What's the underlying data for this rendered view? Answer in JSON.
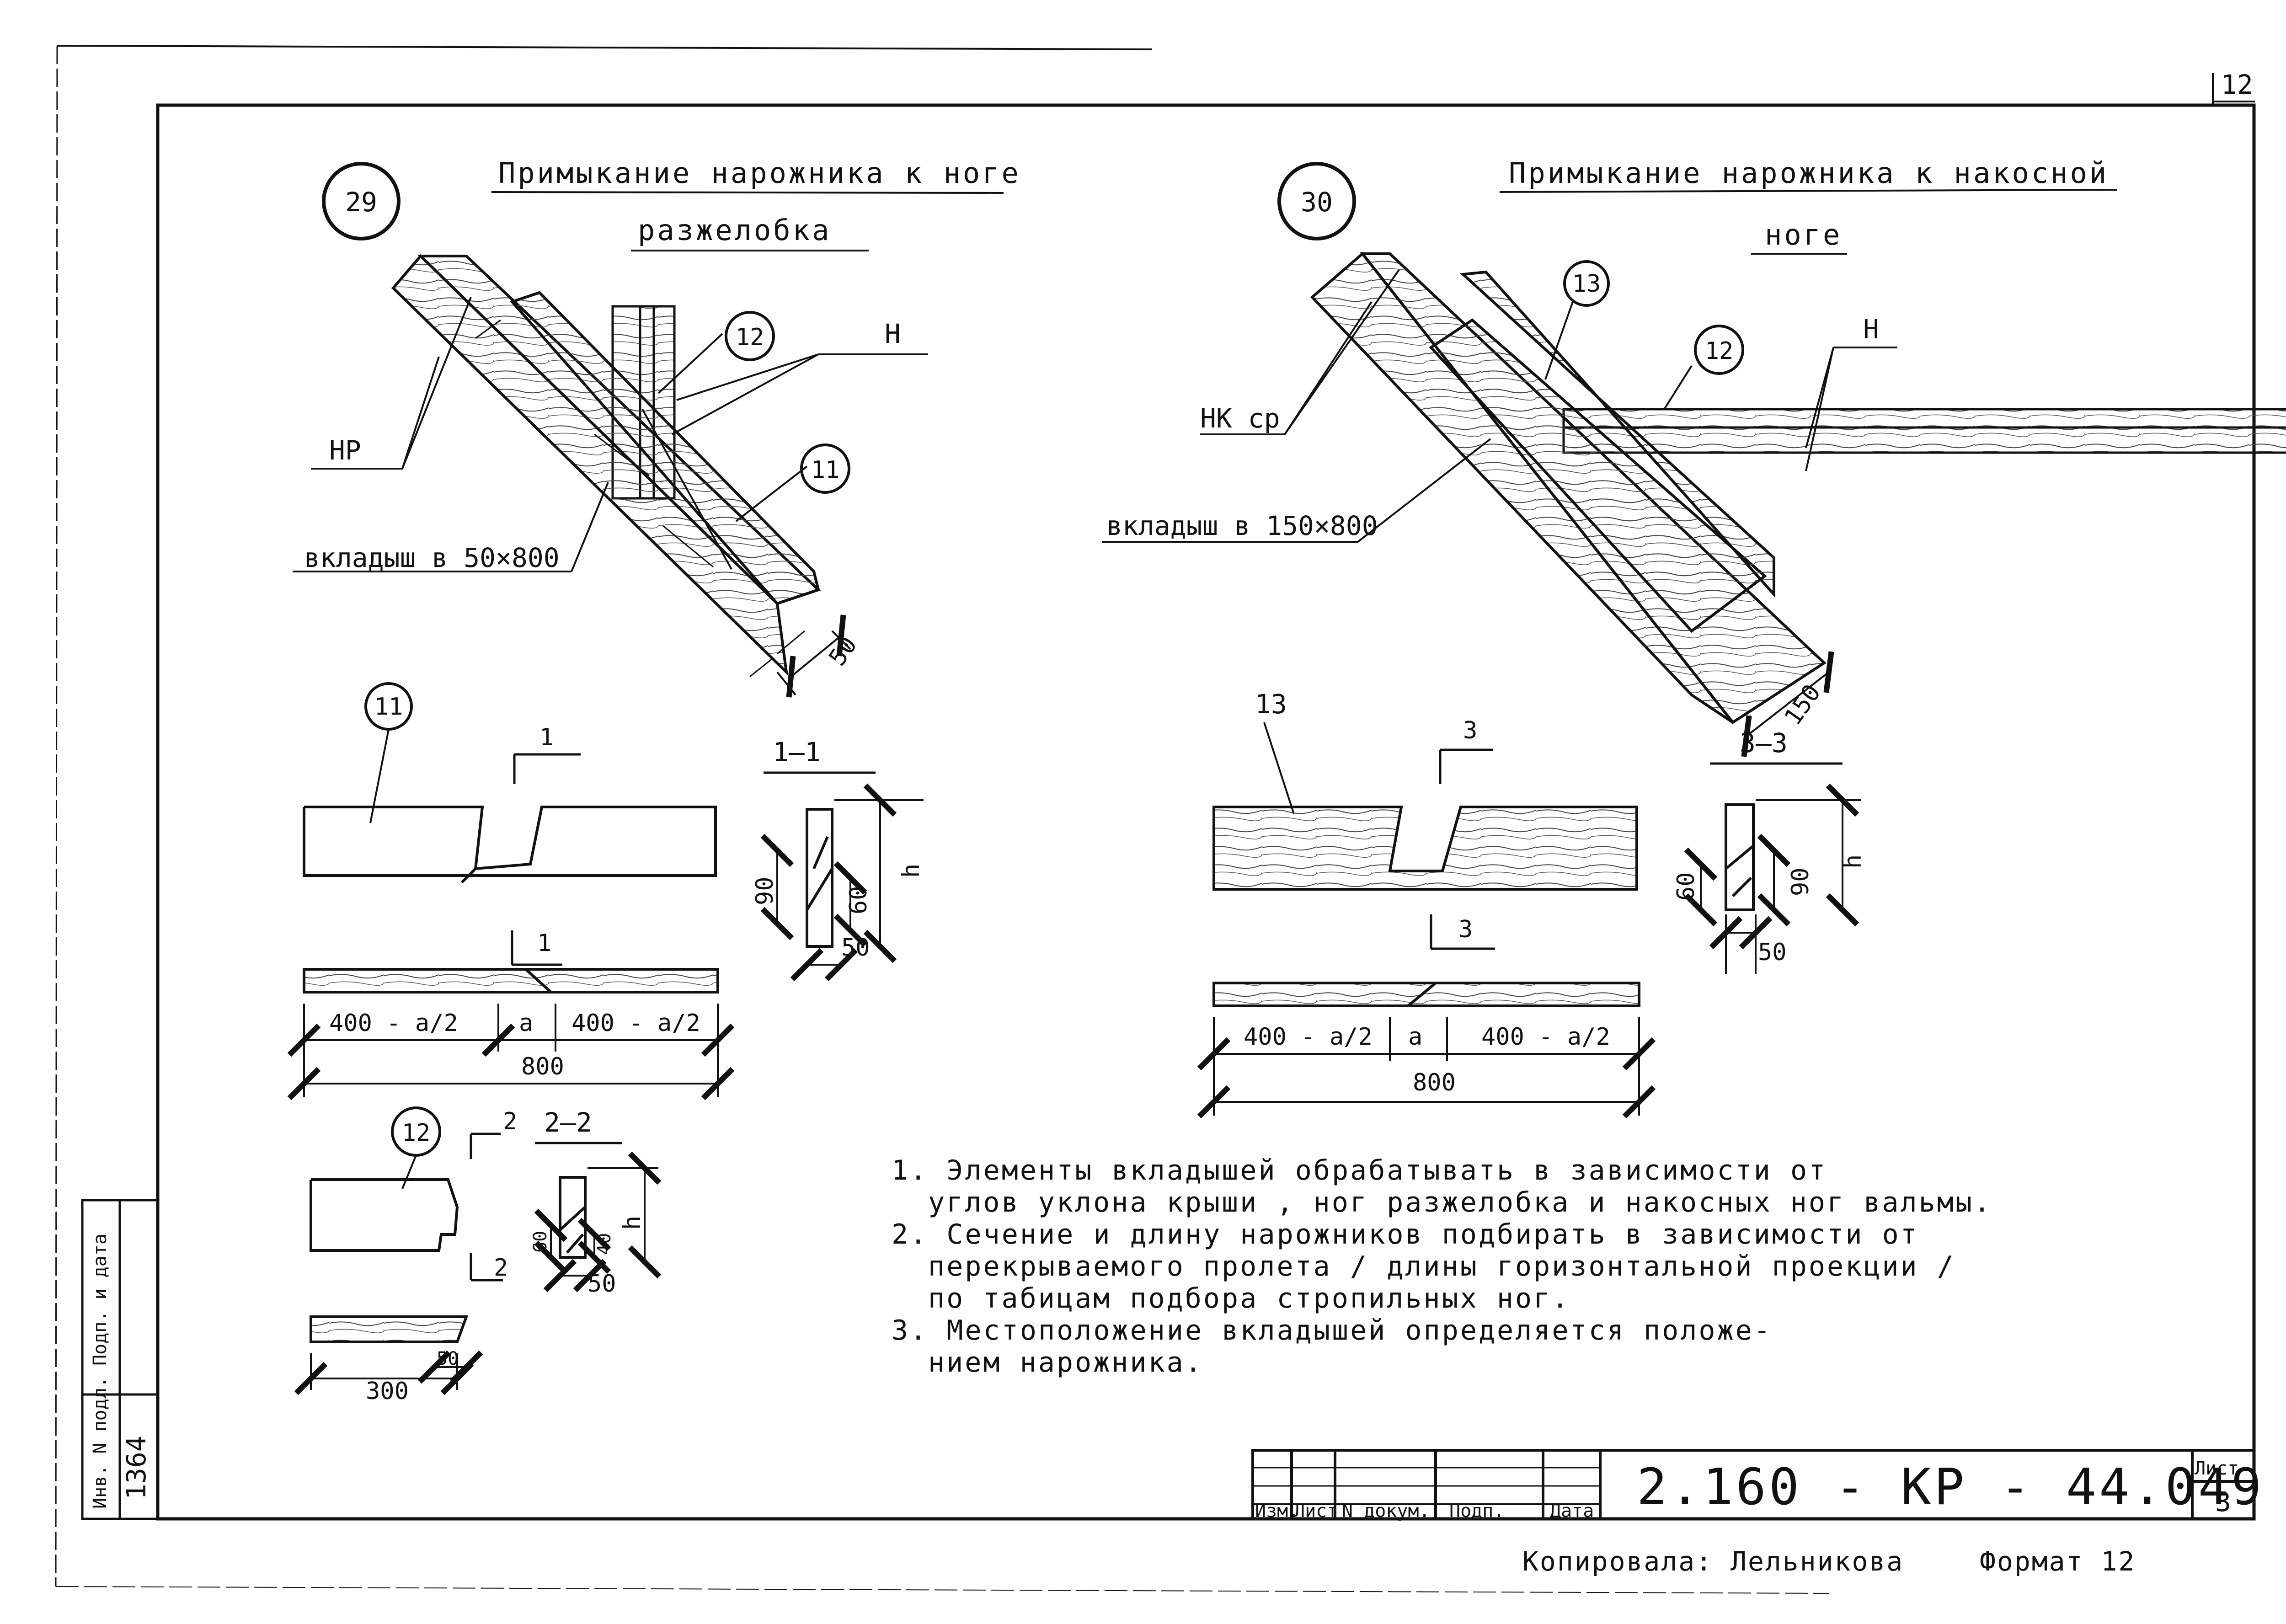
{
  "sheet_number": "12",
  "detail_29": {
    "number": "29",
    "title_line1": "Примыкание нарожника к ноге",
    "title_line2": "разжелобка",
    "labels": {
      "hr": "HP",
      "n": "H",
      "insert": "вкладыш в 50×800",
      "thickness": "50"
    },
    "callouts": {
      "c12": "12",
      "c11": "11"
    }
  },
  "detail_30": {
    "number": "30",
    "title_line1": "Примыкание нарожника к накосной",
    "title_line2": "ноге",
    "labels": {
      "nk": "НК ср",
      "n": "H",
      "insert": "вкладыш в 150×800",
      "thickness": "150"
    },
    "callouts": {
      "c13": "13",
      "c12": "12"
    }
  },
  "part_11": {
    "callout": "11",
    "section_mark": "1",
    "section_title": "1—1",
    "dims": {
      "d90": "90",
      "d60": "60",
      "d50": "50",
      "h": "h",
      "left": "400 - a/2",
      "mid": "a",
      "right": "400 - a/2",
      "total": "800"
    }
  },
  "part_13": {
    "callout": "13",
    "section_mark": "3",
    "section_title": "3—3",
    "dims": {
      "d60": "60",
      "d90": "90",
      "h": "h",
      "d50": "50",
      "left": "400 - a/2",
      "mid": "a",
      "right": "400 - a/2",
      "total": "800"
    }
  },
  "part_12": {
    "callout": "12",
    "section_mark": "2",
    "section_title": "2—2",
    "dims": {
      "d60": "60",
      "d40": "40",
      "h": "h",
      "d50": "50",
      "d50b": "50",
      "length": "300"
    }
  },
  "notes": [
    "1. Элементы вкладышей обрабатывать в зависимости от",
    "углов уклона крыши , ног разжелобка и накосных ног вальмы.",
    "2. Сечение и длину нарожников подбирать в зависимости от",
    "перекрываемого пролета / длины горизонтальной проекции /",
    "по табицам подбора стропильных ног.",
    "3. Местоположение вкладышей определяется положе-",
    "нием нарожника."
  ],
  "title_block": {
    "cols": [
      "Изм.",
      "Лист",
      "N докум.",
      "Подп.",
      "Дата"
    ],
    "code": "2.160 - КР - 44.049",
    "sheet_label": "Лист",
    "sheet_value": "3"
  },
  "side_stamp": {
    "header": "Инв. N подл. Подп. и дата",
    "inv": "1364"
  },
  "footer": {
    "copied": "Копировала: Лельникова",
    "format": "Формат 12"
  }
}
